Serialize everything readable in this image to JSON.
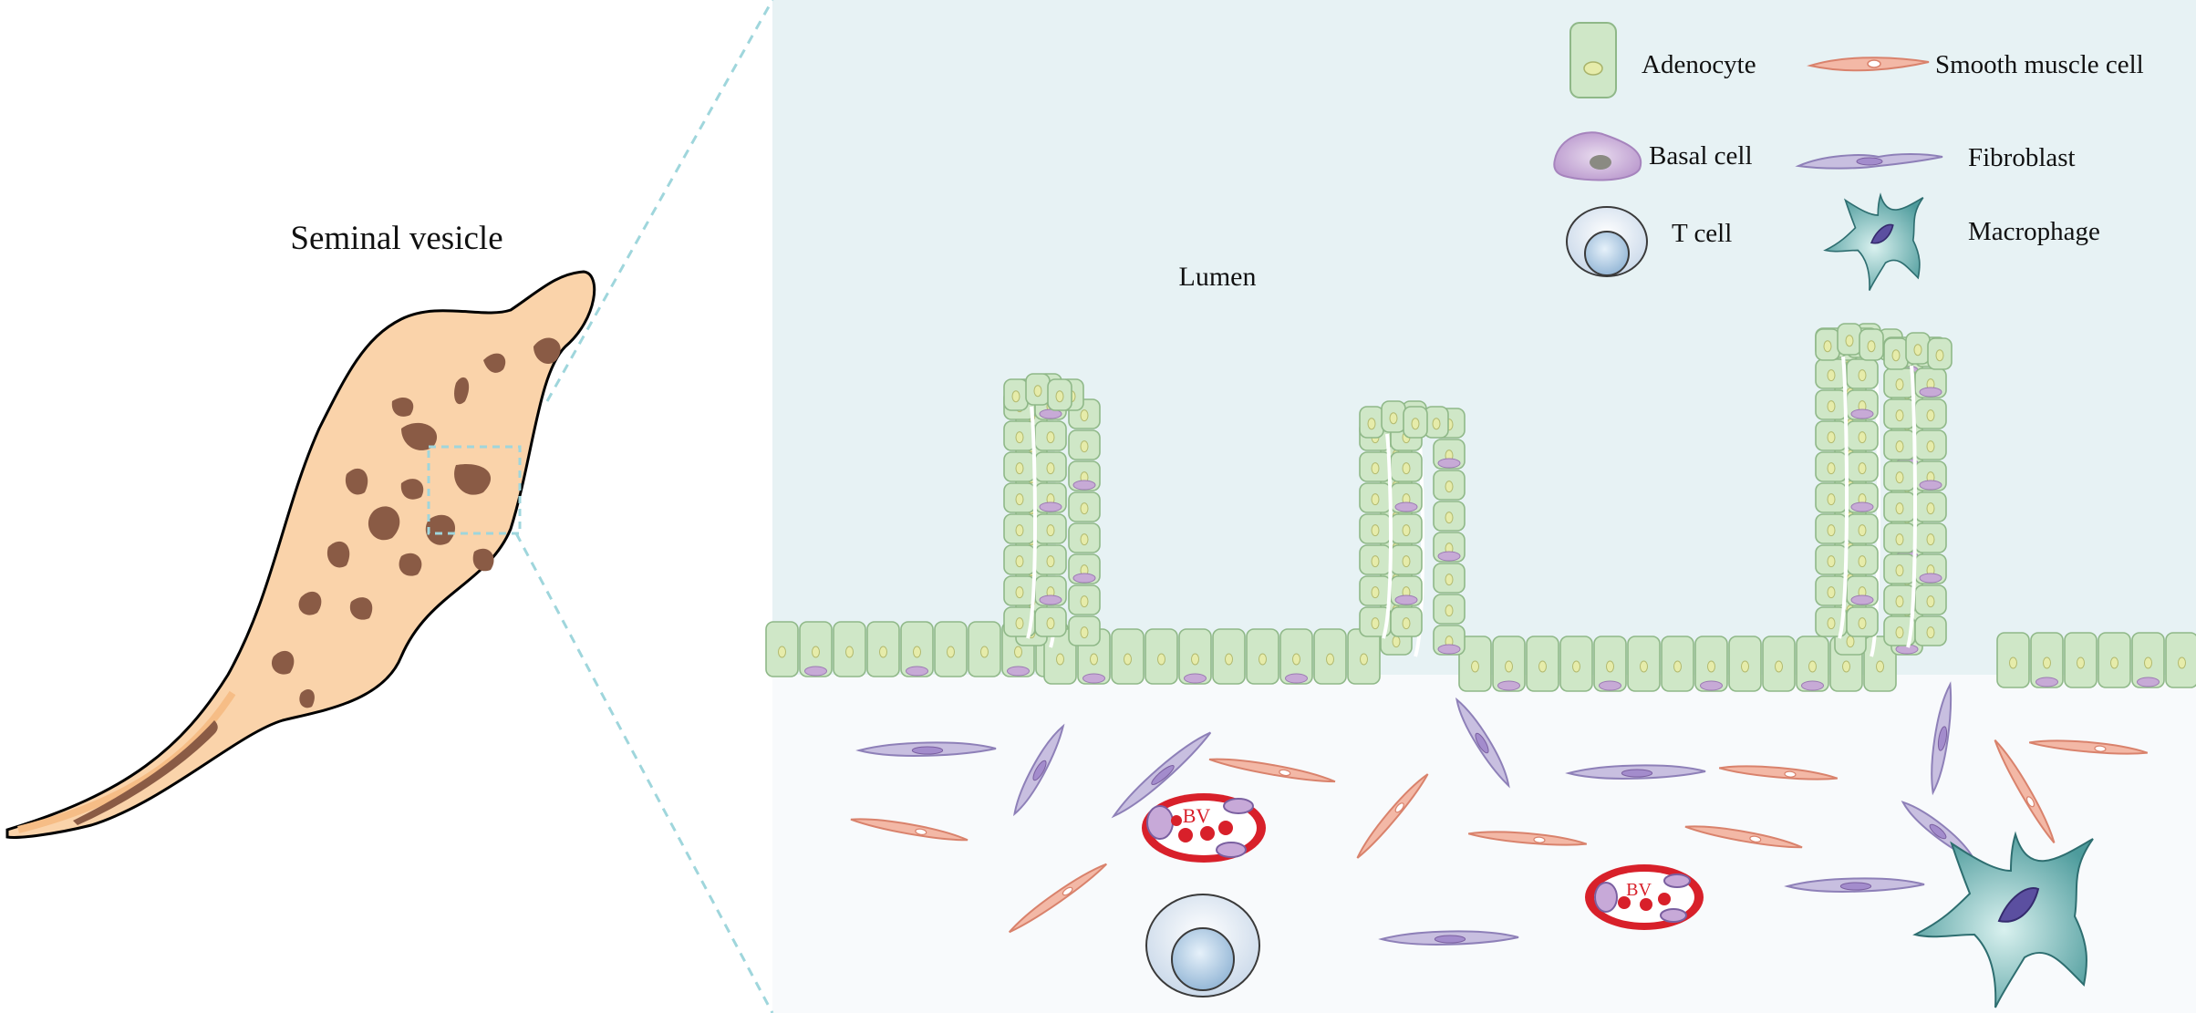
{
  "title": "Seminal vesicle",
  "lumen_label": "Lumen",
  "bv_label": "BV",
  "legend": {
    "adenocyte": "Adenocyte",
    "smooth_muscle_cell": "Smooth muscle cell",
    "basal_cell": "Basal cell",
    "fibroblast": "Fibroblast",
    "t_cell": "T cell",
    "macrophage": "Macrophage"
  },
  "colors": {
    "lumen": "#e7f2f4",
    "stroma": "#f7fafd",
    "adenocyte_fill": "#cfe7c7",
    "adenocyte_stroke": "#8fb888",
    "nucleus": "#e6ecaa",
    "basal": "#c7aad6",
    "fibroblast": "#c8bfe0",
    "smooth_muscle": "#f3b8a6",
    "tcell": "#dbe6f1",
    "macrophage": "#5aa5a6",
    "bv": "#d8202a",
    "gland": "#f9d3aa",
    "gland_spots": "#8a5b45",
    "zoom_lines": "#9fd6dc"
  }
}
